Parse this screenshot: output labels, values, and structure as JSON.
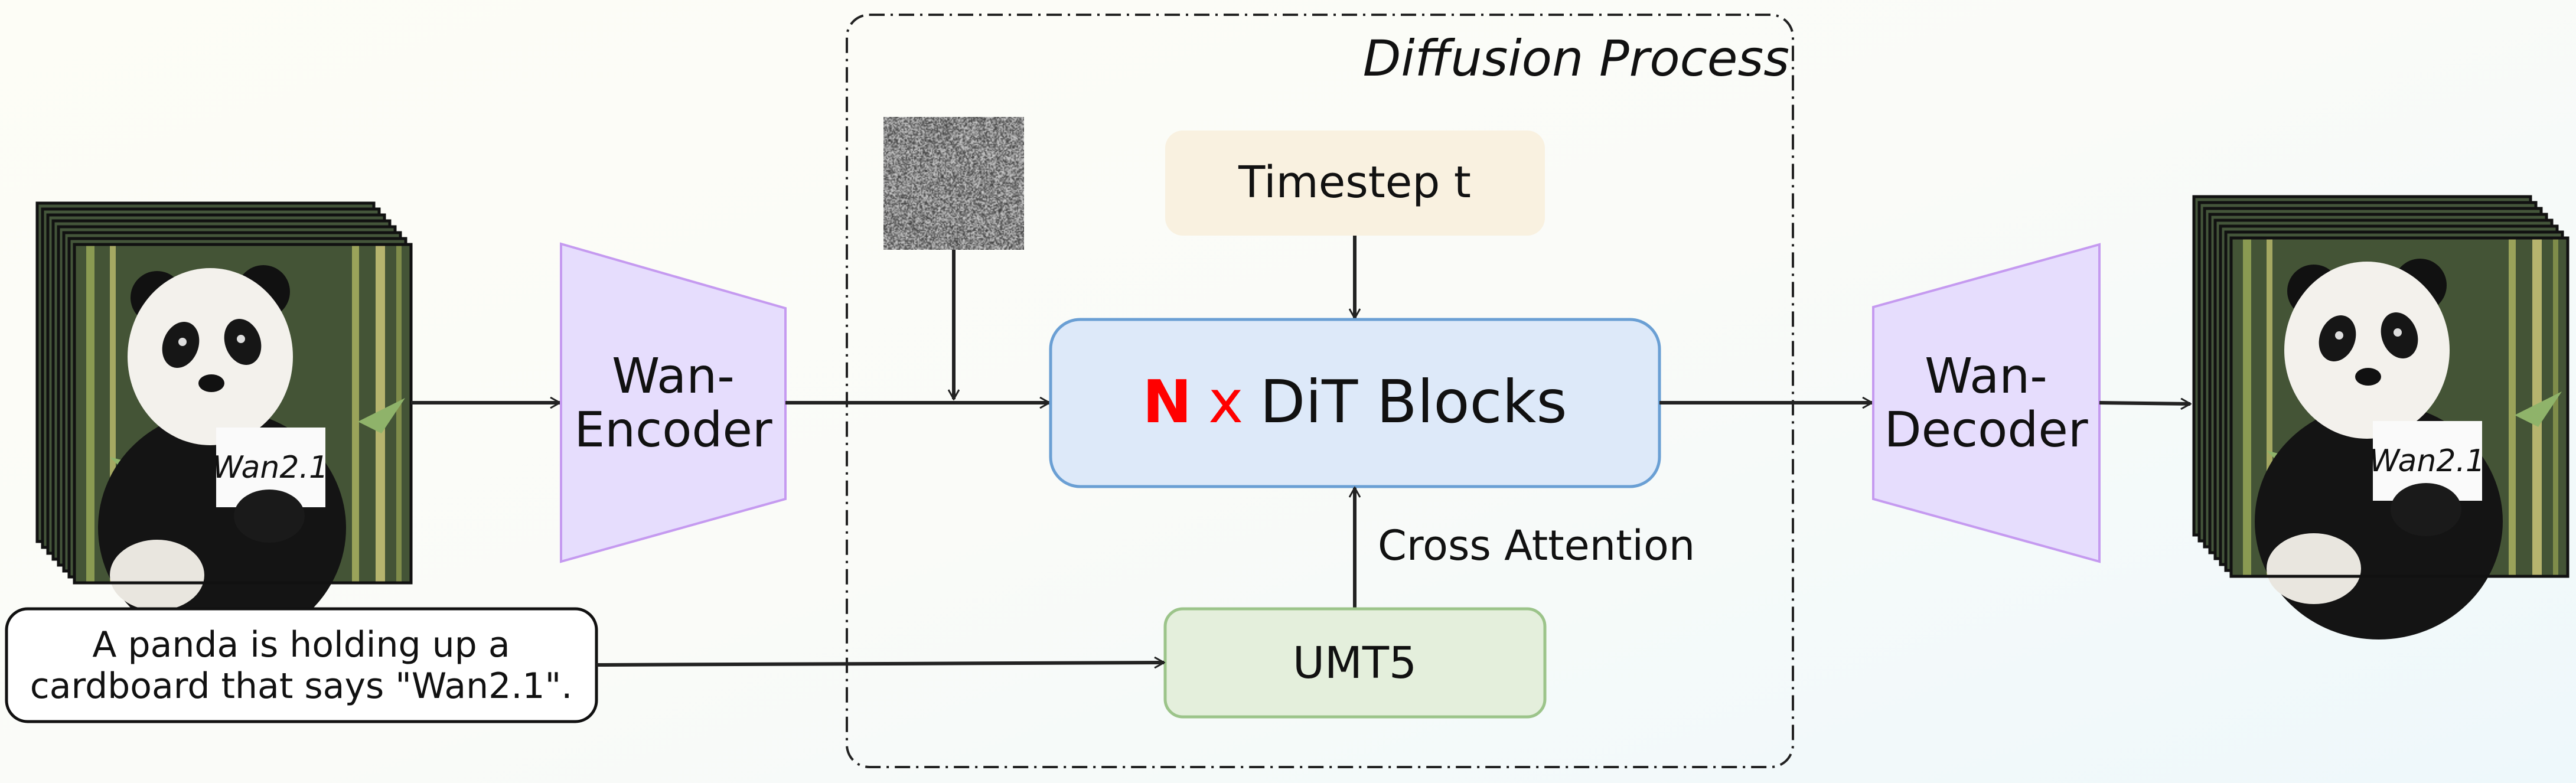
{
  "diagram": {
    "input_frames": {
      "sign_text": "Wan2.1"
    },
    "encoder": {
      "line1": "Wan-",
      "line2": "Encoder"
    },
    "diffusion_process": {
      "title": "Diffusion Process"
    },
    "timestep": {
      "label": "Timestep t"
    },
    "dit": {
      "n_label": "N",
      "x_label": "x",
      "blocks_label": "DiT Blocks"
    },
    "cross_attention": {
      "label": "Cross Attention"
    },
    "umt5": {
      "label": "UMT5"
    },
    "prompt": {
      "line1": "A panda is holding up a",
      "line2": "cardboard that says \"Wan2.1\"."
    },
    "decoder": {
      "line1": "Wan-",
      "line2": "Decoder"
    },
    "output_frames": {
      "sign_text": "Wan2.1"
    }
  },
  "colors": {
    "codec_fill": "#e6ddfd",
    "codec_stroke": "#c59af0",
    "timestep_fill": "#f9f1e0",
    "dit_fill": "#dde9f9",
    "dit_stroke": "#6a9fd4",
    "umt5_fill": "#e4efdc",
    "umt5_stroke": "#9cc48a",
    "n_red": "#ff0000"
  }
}
